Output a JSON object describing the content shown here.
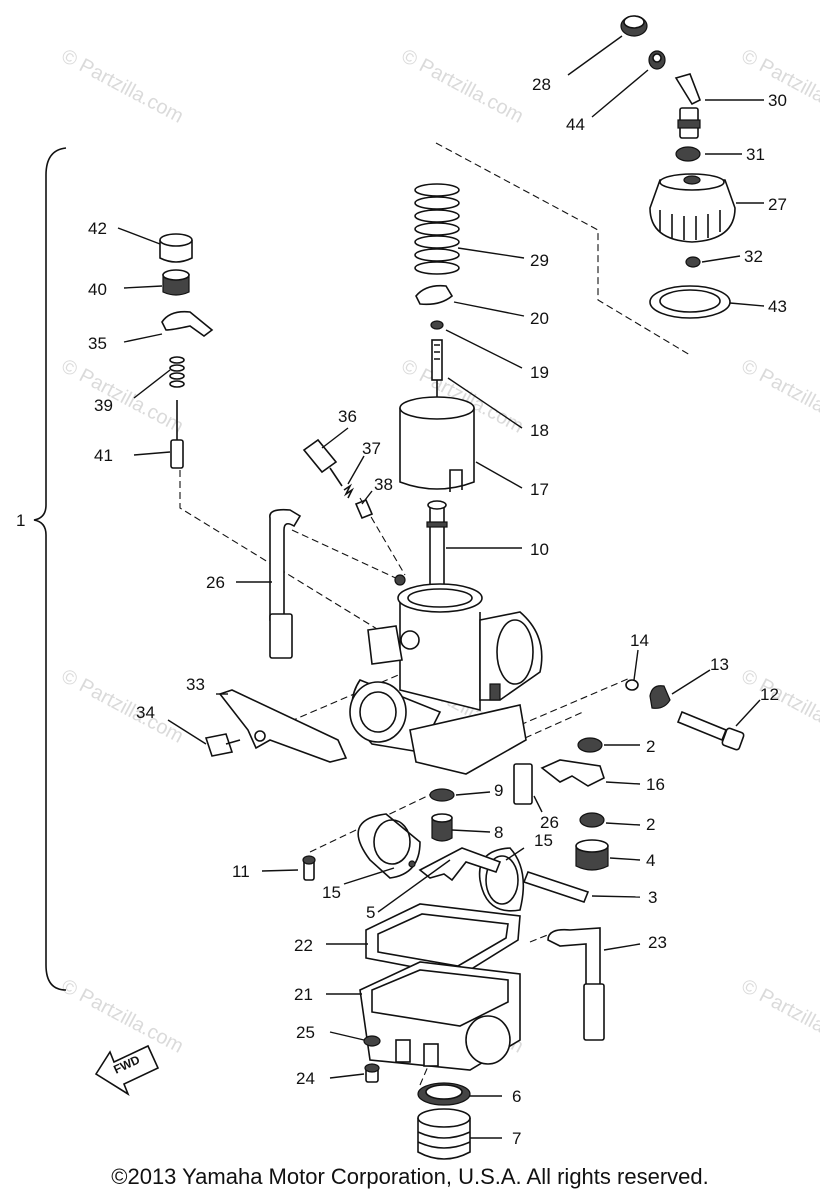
{
  "watermark": "© Partzilla.com",
  "copyright": "©2013 Yamaha Motor Corporation, U.S.A. All rights reserved.",
  "fwd_label": "FWD",
  "callouts": {
    "c1": "1",
    "c2a": "2",
    "c2b": "2",
    "c3": "3",
    "c4": "4",
    "c5": "5",
    "c6": "6",
    "c7": "7",
    "c8": "8",
    "c9": "9",
    "c10": "10",
    "c11": "11",
    "c12": "12",
    "c13": "13",
    "c14": "14",
    "c15a": "15",
    "c15b": "15",
    "c16": "16",
    "c17": "17",
    "c18": "18",
    "c19": "19",
    "c20": "20",
    "c21": "21",
    "c22": "22",
    "c23": "23",
    "c24": "24",
    "c25": "25",
    "c26a": "26",
    "c26b": "26",
    "c27": "27",
    "c28": "28",
    "c29": "29",
    "c30": "30",
    "c31": "31",
    "c32": "32",
    "c33": "33",
    "c34": "34",
    "c35": "35",
    "c36": "36",
    "c37": "37",
    "c38": "38",
    "c39": "39",
    "c40": "40",
    "c41": "41",
    "c42": "42",
    "c43": "43",
    "c44": "44"
  }
}
